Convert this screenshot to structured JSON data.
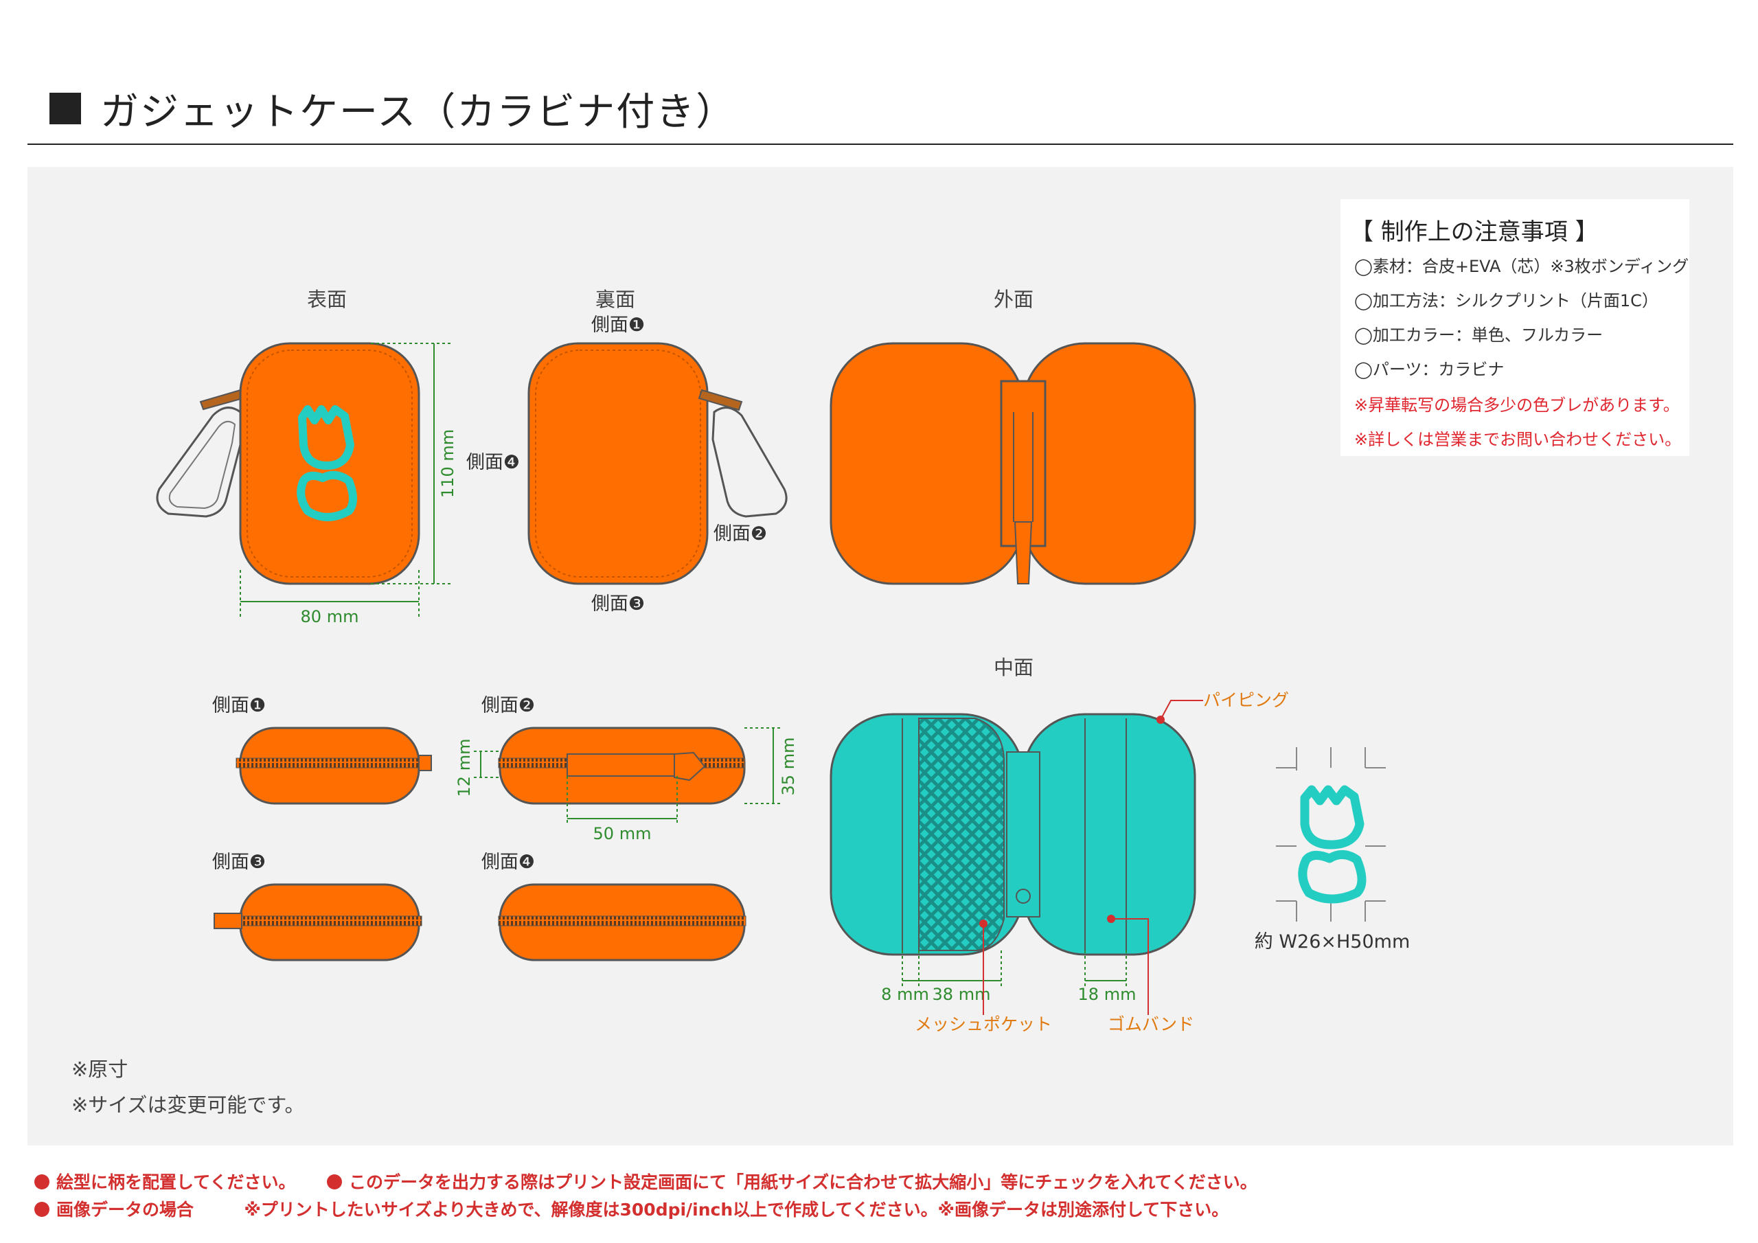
{
  "header": {
    "title": "ガジェットケース（カラビナ付き）"
  },
  "colors": {
    "body": "#ff6e00",
    "inner": "#24cdc2",
    "accent": "#e07a10",
    "warning": "#d32f2f",
    "dimension": "#2e8b2e"
  },
  "views": {
    "front": "表面",
    "back": "裏面",
    "outer": "外面",
    "inner": "中面",
    "side1": "側面❶",
    "side2": "側面❷",
    "side3": "側面❸",
    "side4": "側面❹"
  },
  "dimensions": {
    "width": "80 mm",
    "height": "110 mm",
    "side_height": "12 mm",
    "thickness": "35 mm",
    "zip_length": "50 mm",
    "piping_gap": "8 mm",
    "mesh_width": "38 mm",
    "band_width": "18 mm"
  },
  "callouts": {
    "piping": "パイピング",
    "mesh_pocket": "メッシュポケット",
    "rubber_band": "ゴムバンド"
  },
  "logo": {
    "size": "約 W26×H50mm"
  },
  "notes": {
    "heading": "【 制作上の注意事項 】",
    "items": [
      "◯素材：合皮+EVA（芯）※3枚ボンディング",
      "◯加工方法：シルクプリント（片面1C）",
      "◯加工カラー：単色、フルカラー",
      "◯パーツ：カラビナ"
    ],
    "warnings": [
      "※昇華転写の場合多少の色ブレがあります。",
      "※詳しくは営業までお問い合わせください。"
    ]
  },
  "footnotes": [
    "※原寸",
    "※サイズは変更可能です。"
  ],
  "bottom": {
    "line1a": "絵型に柄を配置してください。",
    "line1b": "このデータを出力する際はプリント設定画面にて「用紙サイズに合わせて拡大縮小」等にチェックを入れてください。",
    "line2a": "画像データの場合",
    "line2b": "※プリントしたいサイズより大きめで、解像度は300dpi/inch以上で作成してください。※画像データは別途添付して下さい。"
  }
}
